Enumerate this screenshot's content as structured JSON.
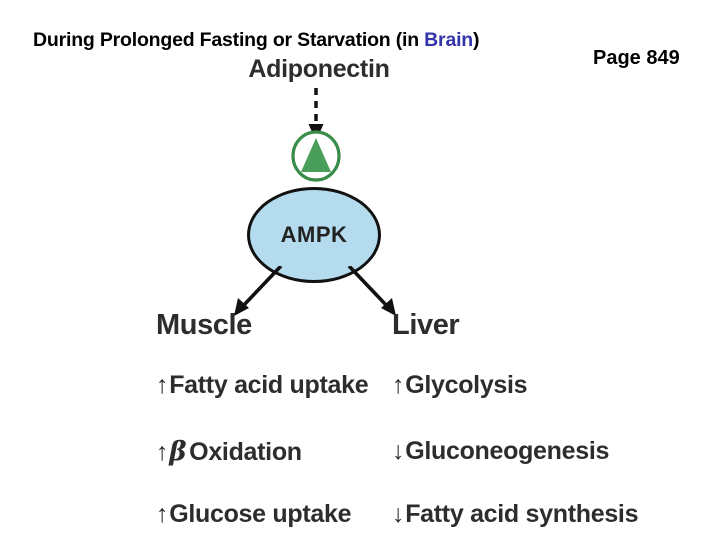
{
  "slide": {
    "title_prefix": "During Prolonged Fasting or Starvation (in ",
    "title_highlight": "Brain",
    "title_suffix": ")",
    "title_full": "During Prolonged Fasting or Starvation (in Brain)",
    "page_reference": "Page 849",
    "highlight_color": "#3333aa",
    "background_color": "#ffffff"
  },
  "figure": {
    "ligand_label": "Adiponectin",
    "receptor": {
      "icon_name": "receptor-green-circle-triangle",
      "outline_color": "#3a8c4a",
      "fill_color": "#4a9e5c"
    },
    "connector_ligand_to_receptor": {
      "style": "dashed",
      "direction": "down",
      "color": "#111111"
    },
    "kinase_node": {
      "label": "AMPK",
      "shape": "ellipse",
      "fill_color": "#b5dcee",
      "stroke_color": "#111111",
      "text_color": "#222222"
    },
    "connector_kinase_to_tissues": {
      "style": "solid",
      "direction": "down-branching",
      "color": "#111111"
    },
    "columns": [
      {
        "tissue": "Muscle",
        "effects": [
          {
            "direction": "up",
            "arrow": "↑",
            "label": "Fatty acid uptake",
            "has_beta": false
          },
          {
            "direction": "up",
            "arrow": "↑",
            "label": "Oxidation",
            "has_beta": true,
            "beta": "β"
          },
          {
            "direction": "up",
            "arrow": "↑",
            "label": "Glucose uptake",
            "has_beta": false
          }
        ]
      },
      {
        "tissue": "Liver",
        "effects": [
          {
            "direction": "up",
            "arrow": "↑",
            "label": "Glycolysis",
            "has_beta": false
          },
          {
            "direction": "down",
            "arrow": "↓",
            "label": "Gluconeogenesis",
            "has_beta": false
          },
          {
            "direction": "down",
            "arrow": "↓",
            "label": "Fatty acid synthesis",
            "has_beta": false
          }
        ]
      }
    ]
  }
}
